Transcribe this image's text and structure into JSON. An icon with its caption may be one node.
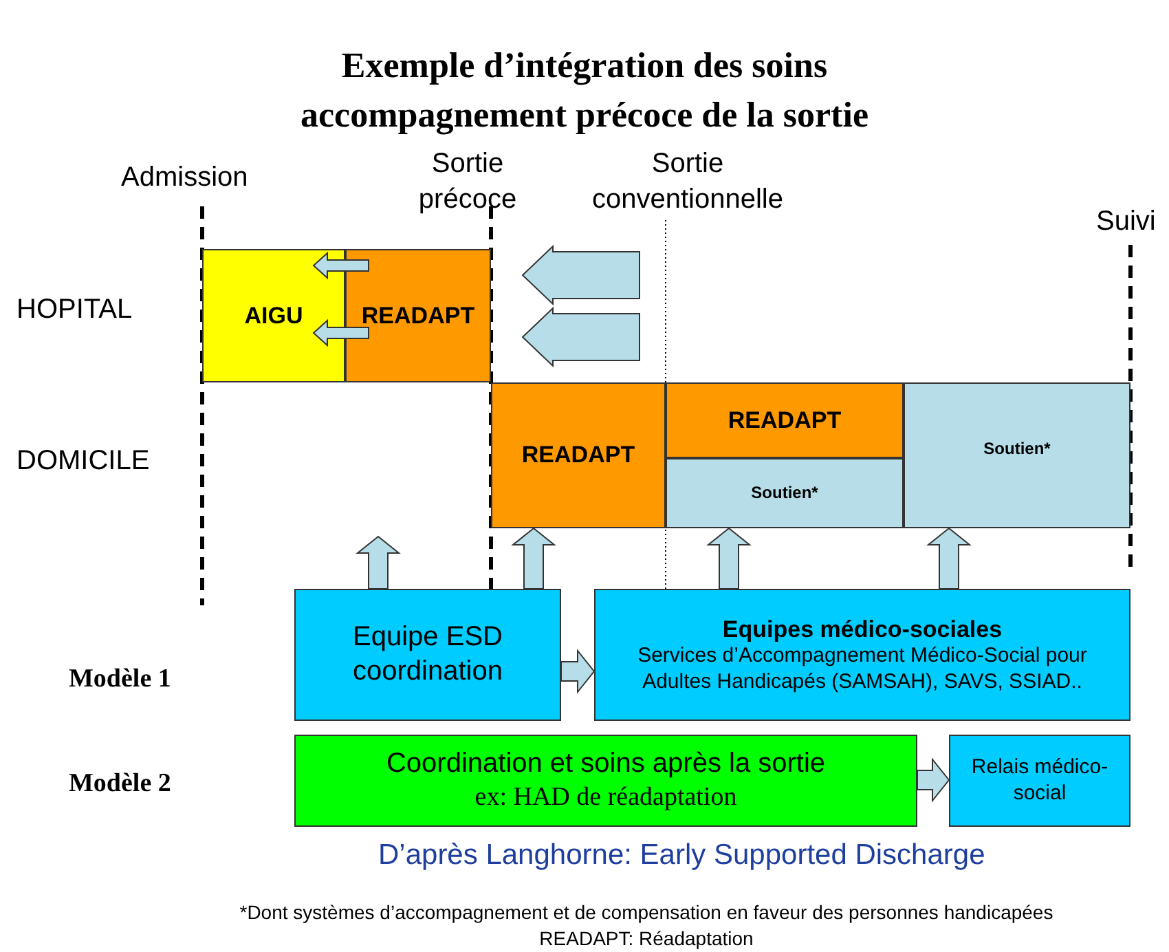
{
  "diagram": {
    "title": "Exemple d’intégration des soins accompagnement précoce de la sortie",
    "nodes": [
      {
        "text": [
          "AIGU"
        ]
      },
      {
        "text": [
          "READAPT"
        ]
      },
      {
        "text": [
          "READAPT"
        ]
      },
      {
        "text": [
          "READAPT"
        ]
      },
      {
        "text": [
          "Soutien*"
        ]
      },
      {
        "text": [
          "Soutien*"
        ]
      },
      {
        "text": [
          "Equipe ESD coordination"
        ]
      },
      {
        "text": [
          "Equipes médico-sociales",
          "Services d’Accompagnement Médico-Social pour Adultes Handicapés (SAMSAH), SAVS, SSIAD.."
        ]
      },
      {
        "text": [
          "Coordination et soins après la sortie",
          "ex: HAD de réadaptation"
        ]
      },
      {
        "text": [
          "Relais médico-social"
        ]
      }
    ],
    "edges": [
      {
        "from": 1,
        "to": 0,
        "arrow": "to"
      },
      {
        "from": 1,
        "to": 0,
        "arrow": "to"
      },
      {
        "from": 6,
        "to": 7,
        "arrow": "to"
      },
      {
        "from": 8,
        "to": 9,
        "arrow": "to"
      },
      {
        "from": 6,
        "to": null,
        "arrow": "to"
      },
      {
        "from": 6,
        "to": 2,
        "arrow": "to"
      },
      {
        "from": 7,
        "to": 4,
        "arrow": "to"
      },
      {
        "from": 7,
        "to": 5,
        "arrow": "to"
      }
    ],
    "labels": [
      "Admission",
      "Sortie précoce",
      "Sortie conventionnelle",
      "Suivi",
      "HOPITAL",
      "DOMICILE",
      "Modèle 1",
      "Modèle 2",
      "D’après Langhorne: Early Supported Discharge",
      "*Dont systèmes d’accompagnement et de compensation en faveur des personnes handicapées",
      "READAPT: Réadaptation"
    ]
  }
}
